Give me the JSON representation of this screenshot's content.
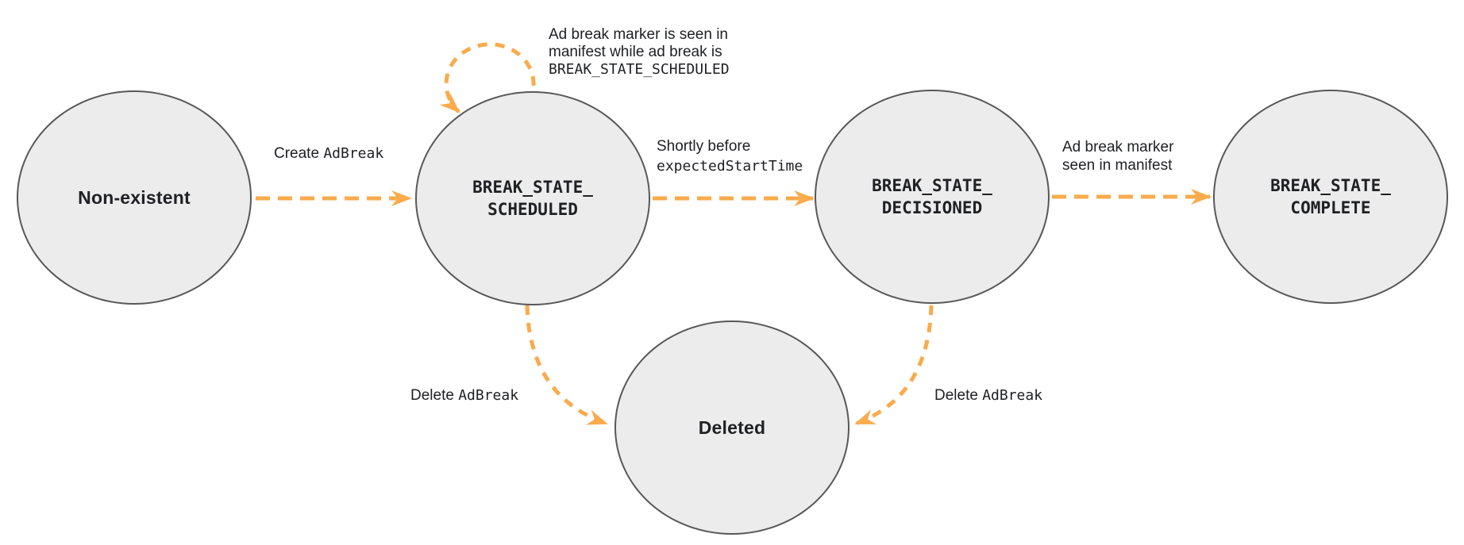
{
  "colors": {
    "arrow_orange": "#F9AB4D",
    "node_fill": "#ECECEC",
    "node_border": "#58585A",
    "text": "#202124",
    "background": "#FFFFFF"
  },
  "nodes": [
    {
      "id": "non-existent",
      "label": "Non-existent"
    },
    {
      "id": "break-state-scheduled",
      "line1": "BREAK_STATE_",
      "line2": "SCHEDULED"
    },
    {
      "id": "break-state-decisioned",
      "line1": "BREAK_STATE_",
      "line2": "DECISIONED"
    },
    {
      "id": "break-state-complete",
      "line1": "BREAK_STATE_",
      "line2": "COMPLETE"
    },
    {
      "id": "deleted",
      "label": "Deleted"
    }
  ],
  "edges": {
    "create": {
      "text": "Create ",
      "code": "AdBreak"
    },
    "self_loop": {
      "line1": "Ad break marker is seen in",
      "line2": "manifest while ad break is",
      "code": "BREAK_STATE_SCHEDULED"
    },
    "shortly": {
      "line1": "Shortly before",
      "code": "expectedStartTime"
    },
    "marker_seen": {
      "line1": "Ad break marker",
      "line2": "seen in manifest"
    },
    "delete_left": {
      "text": "Delete ",
      "code": "AdBreak"
    },
    "delete_right": {
      "text": "Delete ",
      "code": "AdBreak"
    }
  }
}
